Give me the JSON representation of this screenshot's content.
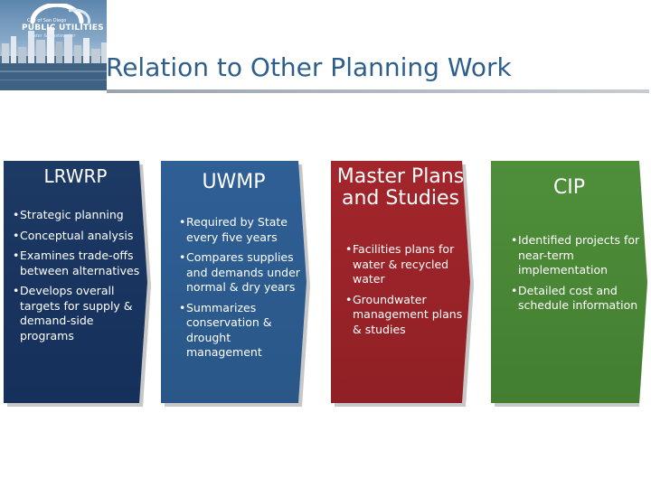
{
  "header": {
    "logo_small": "City of San Diego",
    "logo_main": "PUBLIC UTILITIES",
    "logo_sub": "Water & Wastewater",
    "title": "Relation to Other Planning Work"
  },
  "cards": [
    {
      "title": "LRWRP",
      "color": "#1d3a64",
      "bullets": [
        "Strategic planning",
        "Conceptual analysis",
        "Examines trade-offs between alternatives",
        "Develops overall targets for supply & demand-side programs"
      ]
    },
    {
      "title": "UWMP",
      "color": "#2e5f95",
      "bullets": [
        "Required by State every five years",
        "Compares supplies and demands under normal & dry years",
        "Summarizes conservation & drought management"
      ]
    },
    {
      "title": "Master Plans and Studies",
      "color": "#a3262c",
      "bullets": [
        "Facilities plans for water & recycled water",
        "Groundwater management plans & studies"
      ]
    },
    {
      "title": "CIP",
      "color": "#4f8f3a",
      "bullets": [
        "Identified projects for near-term implementation",
        "Detailed cost and schedule information"
      ]
    }
  ]
}
